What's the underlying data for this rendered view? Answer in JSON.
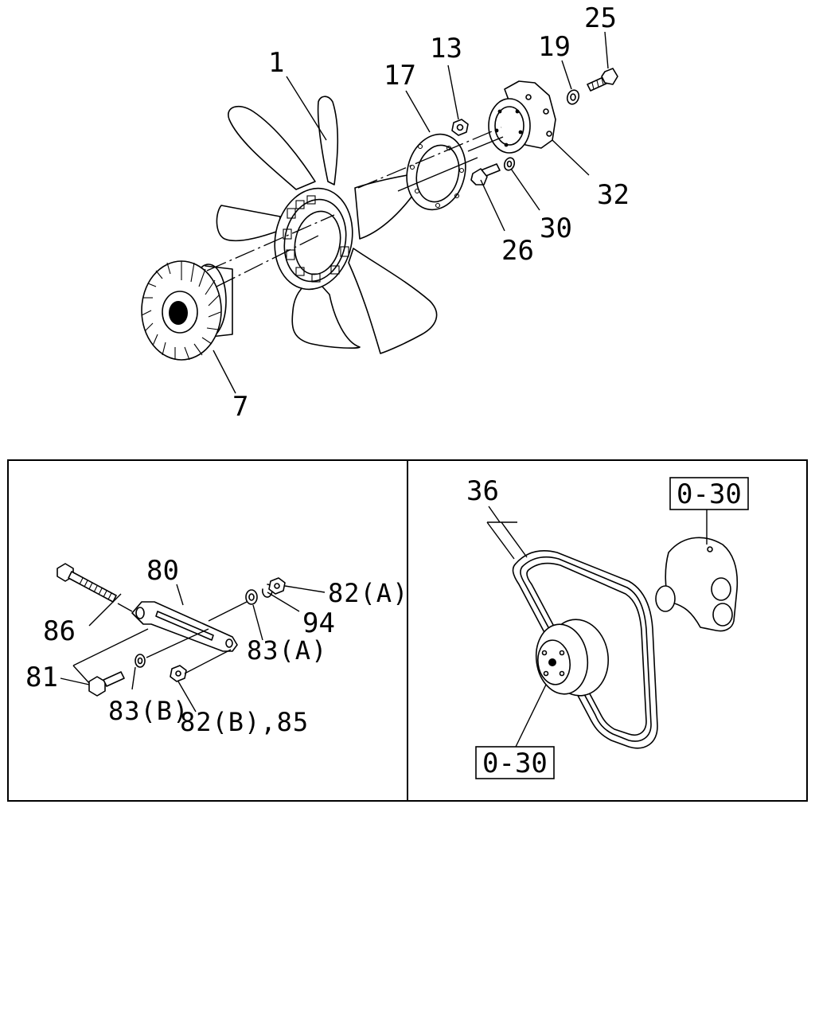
{
  "diagram": {
    "callouts": {
      "c1": "1",
      "c7": "7",
      "c13": "13",
      "c17": "17",
      "c19": "19",
      "c25": "25",
      "c26": "26",
      "c30": "30",
      "c32": "32",
      "c36": "36",
      "c80": "80",
      "c81": "81",
      "c82a": "82(A)",
      "c82b": "82(B),85",
      "c83a": "83(A)",
      "c83b": "83(B)",
      "c86": "86",
      "c94": "94"
    },
    "references": {
      "ref_top": "0-30",
      "ref_bottom": "0-30"
    }
  }
}
